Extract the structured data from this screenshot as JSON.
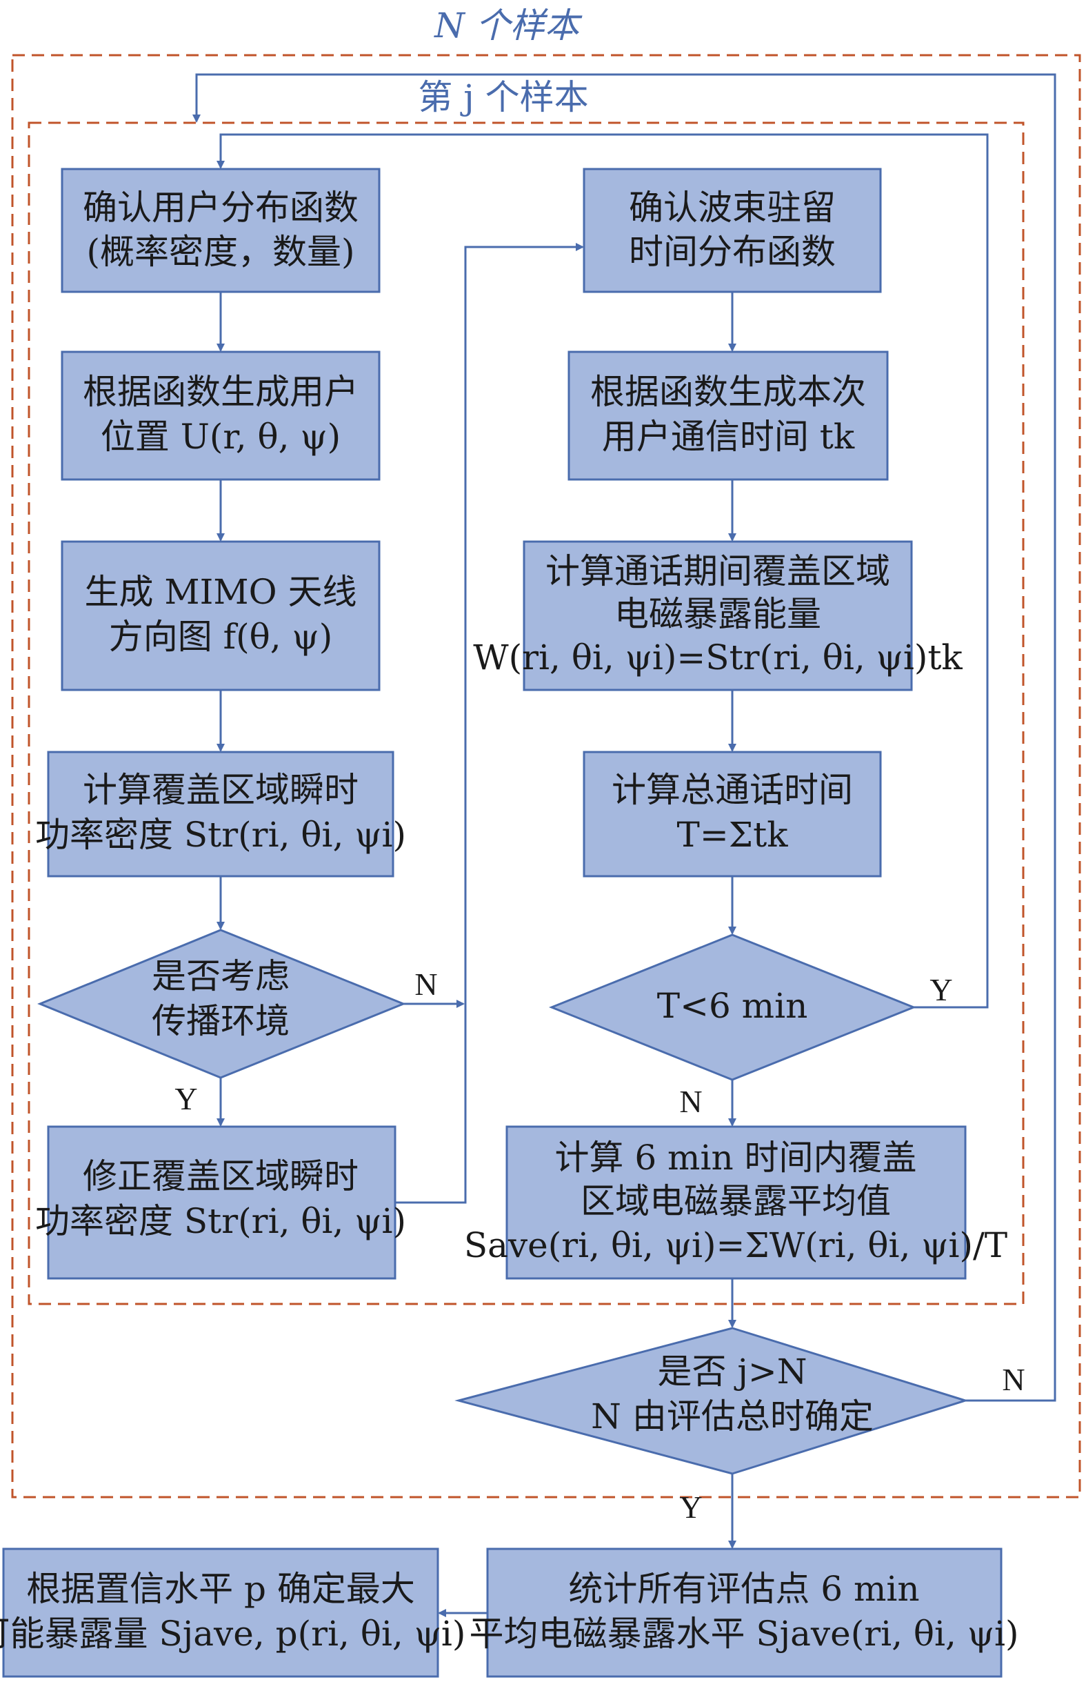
{
  "frames": {
    "outer_title": "N 个样本",
    "inner_title": "第 j 个样本"
  },
  "left_column": {
    "box1": [
      "确认用户分布函数",
      "(概率密度，数量)"
    ],
    "box2": [
      "根据函数生成用户",
      "位置 U(r, θ, ψ)"
    ],
    "box3": [
      "生成 MIMO 天线",
      "方向图 f(θ, ψ)"
    ],
    "box4": [
      "计算覆盖区域瞬时",
      "功率密度 Str(ri, θi, ψi)"
    ],
    "decision": [
      "是否考虑",
      "传播环境"
    ],
    "box5": [
      "修正覆盖区域瞬时",
      "功率密度 Str(ri, θi, ψi)"
    ]
  },
  "right_column": {
    "box1": [
      "确认波束驻留",
      "时间分布函数"
    ],
    "box2": [
      "根据函数生成本次",
      "用户通信时间 tk"
    ],
    "box3": [
      "计算通话期间覆盖区域",
      "电磁暴露能量",
      "W(ri, θi, ψi)=Str(ri, θi, ψi)tk"
    ],
    "box4": [
      "计算总通话时间",
      "T=Σtk"
    ],
    "decision": "T<6 min",
    "box5": [
      "计算 6 min 时间内覆盖",
      "区域电磁暴露平均值",
      "Save(ri, θi, ψi)=ΣW(ri, θi, ψi)/T"
    ]
  },
  "bottom": {
    "decision": [
      "是否 j>N",
      "N 由评估总时确定"
    ],
    "stats_box": [
      "统计所有评估点 6 min",
      "平均电磁暴露水平 Sjave(ri, θi, ψi)"
    ],
    "result_box": [
      "根据置信水平 p 确定最大",
      "可能暴露量 Sjave, p(ri, θi, ψi)"
    ]
  },
  "branch_labels": {
    "left_decision_no": "N",
    "left_decision_yes": "Y",
    "right_decision_yes": "Y",
    "right_decision_no": "N",
    "bottom_decision_no": "N",
    "bottom_decision_yes": "Y"
  },
  "colors": {
    "box_fill": "#a5b8de",
    "box_stroke": "#4a6cad",
    "frame": "#c0542a",
    "title_text": "#4a6cad"
  }
}
